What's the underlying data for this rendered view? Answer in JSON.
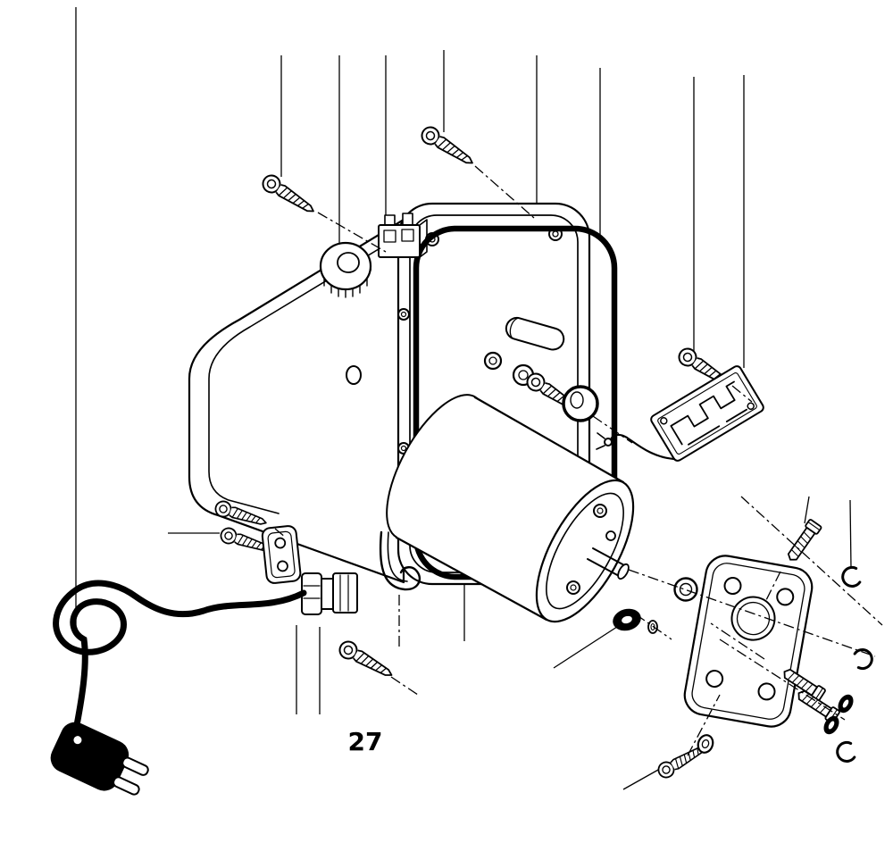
{
  "diagram": {
    "type": "exploded-parts-diagram",
    "callout": {
      "label": "27"
    },
    "colors": {
      "line": "#000000",
      "background": "#ffffff"
    },
    "parts": [
      "housing",
      "housing-frame",
      "gasket-seal",
      "electric-motor",
      "motor-shaft",
      "drive-cap",
      "control-knob",
      "terminal-connector",
      "circuit-board",
      "board-wire",
      "mounting-screws",
      "inner-tube",
      "washers",
      "end-plate",
      "hex-bolts",
      "retaining-c-rings",
      "o-rings",
      "shaft-rings",
      "rubber-grommet",
      "cable-gland",
      "mounting-bracket",
      "hook-clamp",
      "power-cord",
      "power-plug"
    ]
  }
}
